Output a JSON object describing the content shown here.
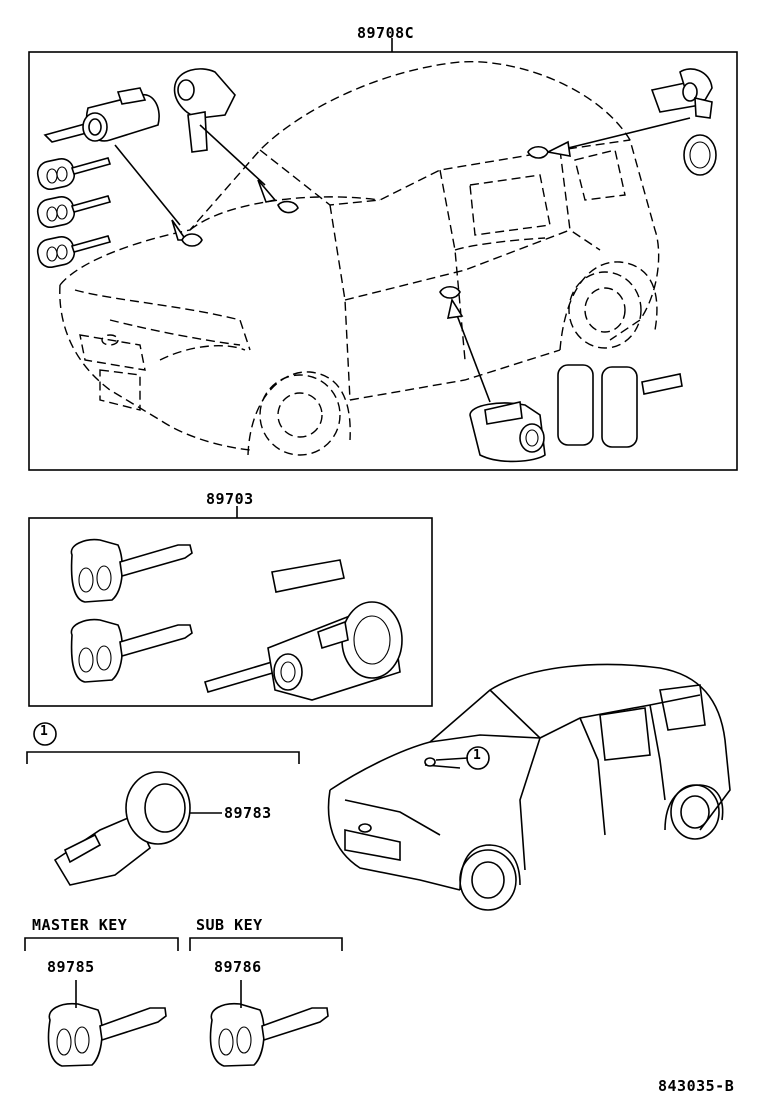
{
  "diagram": {
    "part_numbers": {
      "lock_cylinder_set": "89708C",
      "key_set": "89703",
      "coil_ring": "89783",
      "master_key": "89785",
      "sub_key": "89786"
    },
    "callout_marker": "1",
    "group_labels": {
      "master_key": "MASTER KEY",
      "sub_key": "SUB KEY"
    },
    "figure_code": "843035-B"
  }
}
